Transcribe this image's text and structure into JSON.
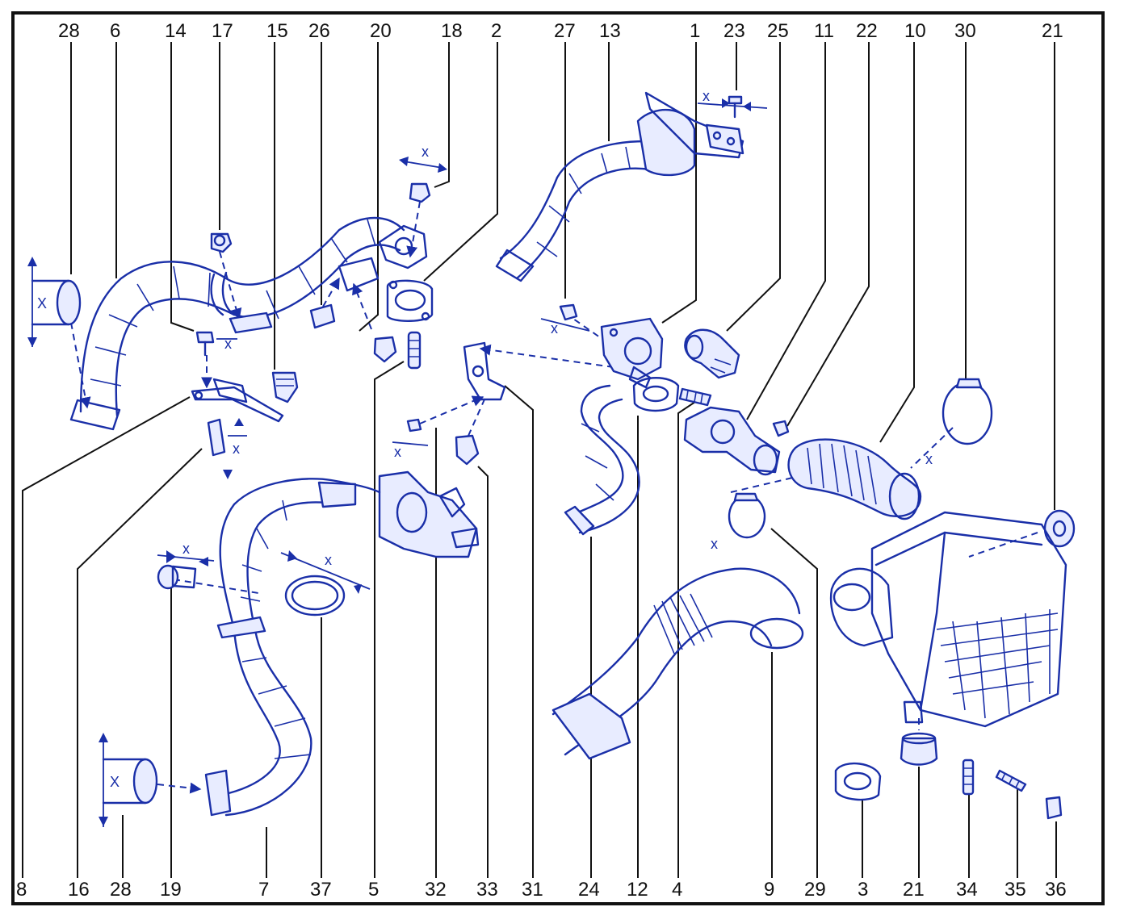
{
  "diagram": {
    "callouts_top": [
      "28",
      "6",
      "14",
      "17",
      "15",
      "26",
      "20",
      "18",
      "2",
      "27",
      "13",
      "1",
      "23",
      "25",
      "11",
      "22",
      "10",
      "30",
      "21"
    ],
    "callouts_bottom": [
      "8",
      "16",
      "28",
      "19",
      "7",
      "37",
      "5",
      "32",
      "33",
      "31",
      "24",
      "12",
      "4",
      "9",
      "29",
      "3",
      "21",
      "34",
      "35",
      "36"
    ],
    "dimension_label": "X",
    "dimension_label_small": "x",
    "colors": {
      "line": "#1a2fa8",
      "text": "#111111",
      "border": "#111111",
      "background": "#ffffff"
    }
  }
}
